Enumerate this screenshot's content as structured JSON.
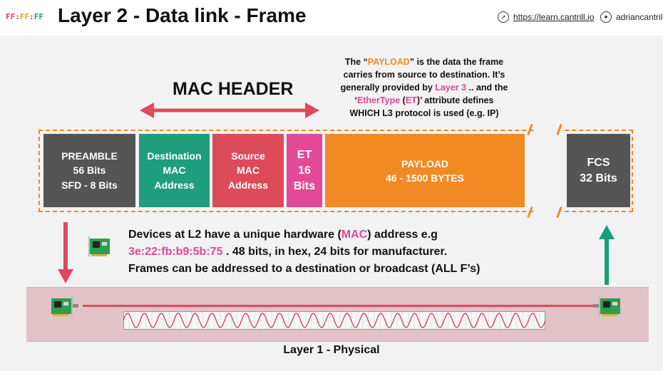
{
  "header": {
    "logo": {
      "p1": "FF",
      "sep1": ":",
      "p2": "FF",
      "sep2": ":",
      "p3": "FF"
    },
    "title": "Layer 2 - Data link - Frame",
    "website": "https://learn.cantrill.io",
    "twitter": "adriancantrill"
  },
  "payload_note": {
    "l1_a": "The “",
    "l1_b": "PAYLOAD",
    "l1_c": "” is the data the frame",
    "l2": "carries from source to destination. It’s",
    "l3_a": "generally provided by ",
    "l3_b": "Layer 3",
    "l3_c": " .. and the",
    "l4_a": "‘",
    "l4_b": "EtherType",
    "l4_c": " (",
    "l4_d": "ET",
    "l4_e": ")’ attribute defines",
    "l5": "WHICH L3 protocol is used (e.g. IP)"
  },
  "mac_header_label": "MAC HEADER",
  "frame": {
    "preamble": [
      "PREAMBLE",
      "56 Bits",
      "SFD - 8 Bits"
    ],
    "destination": [
      "Destination",
      "MAC",
      "Address"
    ],
    "source": [
      "Source",
      "MAC",
      "Address"
    ],
    "et": [
      "ET",
      "16",
      "Bits"
    ],
    "payload": [
      "PAYLOAD",
      "46 - 1500 BYTES"
    ],
    "fcs": [
      "FCS",
      "32 Bits"
    ]
  },
  "info": {
    "l1_a": "Devices at L2 have a unique hardware (",
    "l1_b": "MAC",
    "l1_c": ") address e.g",
    "l2_a": "3e:22:fb:b9:5b:75",
    "l2_b": " . 48 bits, in hex, 24 bits for manufacturer.",
    "l3": "Frames can be addressed to a destination or broadcast (ALL F’s)"
  },
  "layer1_label": "Layer 1 - Physical",
  "colors": {
    "orange": "#f28a24",
    "pink": "#e0479a",
    "red": "#dd4a5a",
    "green": "#1e9e7c",
    "grey": "#555555",
    "teal_arrow": "#189e7a"
  },
  "icons": [
    "compass-icon",
    "twitter-icon",
    "network-card-icon",
    "down-arrow-icon",
    "up-arrow-icon",
    "double-arrow-icon"
  ]
}
